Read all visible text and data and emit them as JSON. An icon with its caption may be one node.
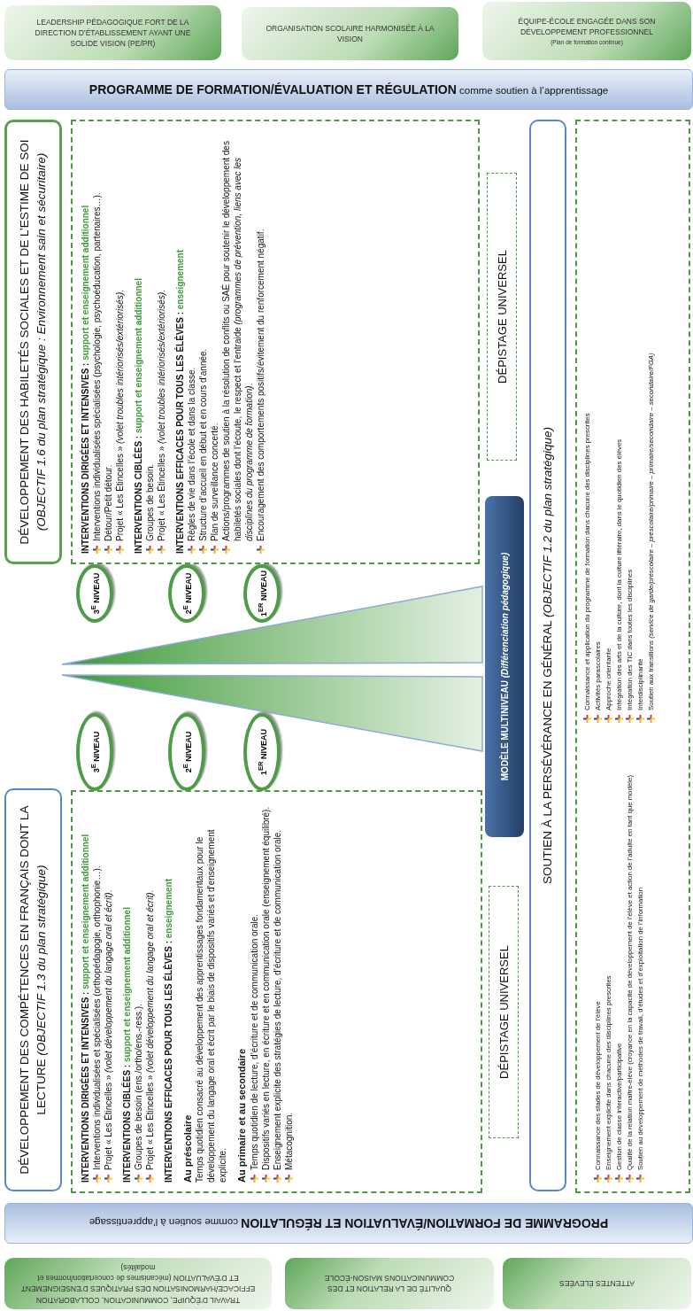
{
  "diagram": {
    "nodes": [
      {
        "text": [
          "LEADERSHIP PÉDAGOGIQUE FORT DE LA DIRECTION D’ÉTABLISSEMENT AYANT UNE SOLIDE VISION (PE/PR)"
        ]
      },
      {
        "text": [
          "ORGANISATION SCOLAIRE HARMONISÉE À LA VISION"
        ]
      },
      {
        "text": [
          "ÉQUIPE-ÉCOLE ENGAGÉE DANS SON DÉVELOPPEMENT PROFESSIONNEL",
          "(Plan de formation continue)"
        ]
      },
      {
        "text": [
          "**PROGRAMME DE FORMATION/ÉVALUATION ET RÉGULATION** comme soutien à l’apprentissage"
        ]
      },
      {
        "text": [
          "DÉVELOPPEMENT DES COMPÉTENCES EN FRANÇAIS DONT LA LECTURE *(OBJECTIF 1.3 du plan stratégique)*"
        ]
      },
      {
        "text": [
          "**INTERVENTIONS DIRIGÉES ET INTENSIVES :** support et enseignement additionnel",
          "Interventions individualisées et spécialisées (orthopédagogie, orthophonie…).",
          "Projet « Les Étincelles » *(volet développement du langage oral et écrit)*.",
          "**INTERVENTIONS CIBLÉES :** support et enseignement additionnel",
          "Groupes de besoin (ens./ortho/ens.-ress.).",
          "Projet « Les Étincelles » *(volet développement du langage oral et écrit)*.",
          "**INTERVENTIONS EFFICACES POUR TOUS LES ÉLÈVES :** enseignement",
          "Au préscolaire",
          "Temps quotidien consacré au développement des apprentissages fondamentaux pour le développement du langage oral et écrit par le biais de dispositifs variés et d’enseignement explicite.",
          "Au primaire et au secondaire",
          "Temps quotidien de lecture, d’écriture et de communication orale.",
          "Dispositifs variés en lecture, en écriture et en communication orale (enseignement équilibré).",
          "Enseignement explicite des stratégies de lecture, d’écriture et de communication orale.",
          "Métacognition."
        ]
      },
      {
        "text": [
          "DÉPISTAGE UNIVERSEL"
        ]
      },
      {
        "text": [
          "3$^{E}$ NIVEAU"
        ]
      },
      {
        "text": [
          "2$^{E}$ NIVEAU"
        ]
      },
      {
        "text": [
          "1$^{ER}$ NIVEAU"
        ]
      },
      {
        "text": [
          "MODÈLE MULTINIVEAU *(Différenciation pédagogique)*"
        ]
      },
      {
        "text": [
          "3$^{E}$ NIVEAU"
        ]
      },
      {
        "text": [
          "2$^{E}$ NIVEAU"
        ]
      },
      {
        "text": [
          "1$^{ER}$ NIVEAU"
        ]
      },
      {
        "text": [
          "DÉVELOPPEMENT DES HABILETÉS SOCIALES ET DE L’ESTIME DE SOI *(OBJECTIF 1.6 du plan stratégique : Environnement sain et sécuritaire)*"
        ]
      },
      {
        "text": [
          "**INTERVENTIONS DIRIGÉES ET INTENSIVES :** support et enseignement additionnel",
          "Interventions individualisées spécialisées (psychologie, psychoéducation, partenaires…).",
          "Détour/Petit détour.",
          "Projet « Les Étincelles » *(volet troubles intériorisés/extériorisés)*.",
          "**INTERVENTIONS CIBLÉES :** support et enseignement additionnel",
          "Groupes de besoin.",
          "Projet « Les Étincelles » *(volet troubles intériorisés/extériorisés)*.",
          "**INTERVENTIONS EFFICACES POUR TOUS LES ÉLÈVES :** enseignement",
          "Règles de vie dans l’école et dans la classe.",
          "Structure d’accueil en début et en cours d’année.",
          "Plan de surveillance concerté.",
          "Actions/programmes de soutien à la résolution de conflits ou SAÉ pour soutenir le développement des habiletés sociales dont l’écoute, le respect et l’entraide *(programmes de prévention, liens avec les disciplines du programme de formation)*.",
          "Encouragement des comportements positifs/évitement du renforcement négatif."
        ]
      },
      {
        "text": [
          "DÉPISTAGE UNIVERSEL"
        ]
      },
      {
        "text": [
          "SOUTIEN À LA PERSÉVÉRANCE EN GÉNÉRAL *(OBJECTIF 1.2 du plan stratégique)*"
        ]
      },
      {
        "text": [
          "Connaissance et application du programme de formation dans chacune des disciplines prescrites",
          "Connaissance des stades de développement de l’élève",
          "Enseignement explicite dans chacune des disciplines prescrites",
          "Gestion de classe interactive/participative",
          "Qualité de la relation maître-élève (croyance en la capacité de développement de l’élève et action de l’adulte en tant que modèle)",
          "Soutien au développement de méthodes de travail, d’études et d’exploitation de l’information",
          "Activités parascolaires",
          "Approche orientante",
          "Intégration des arts et de la culture, dont la culture littéraire, dans le quotidien des élèves",
          "Intégration des TIC dans toutes les disciplines",
          "Interdisciplinarité",
          "Soutien aux transitions *(service de garde/préscolaire – préscolaire/primaire – primaire/secondaire – secondaire/FGA)*"
        ]
      },
      {
        "text": [
          "**PROGRAMME DE FORMATION/ÉVALUATION ET RÉGULATION** comme soutien à l’apprentissage"
        ]
      },
      {
        "text": [
          "TRAVAIL D’ÉQUIPE, COMMUNICATION, COLLABORATION EFFICACE/HARMONISATION DES PRATIQUES D’ENSEIGNEMENT ET D’ÉVALUATION (mécanismes de concertation/normes et modalités)"
        ]
      },
      {
        "text": [
          "QUALITÉ DE LA RELATION ET DES COMMUNICATIONS MAISON-ÉCOLE"
        ]
      },
      {
        "text": [
          "ATTENTES ÉLEVÉES"
        ]
      }
    ]
  }
}
